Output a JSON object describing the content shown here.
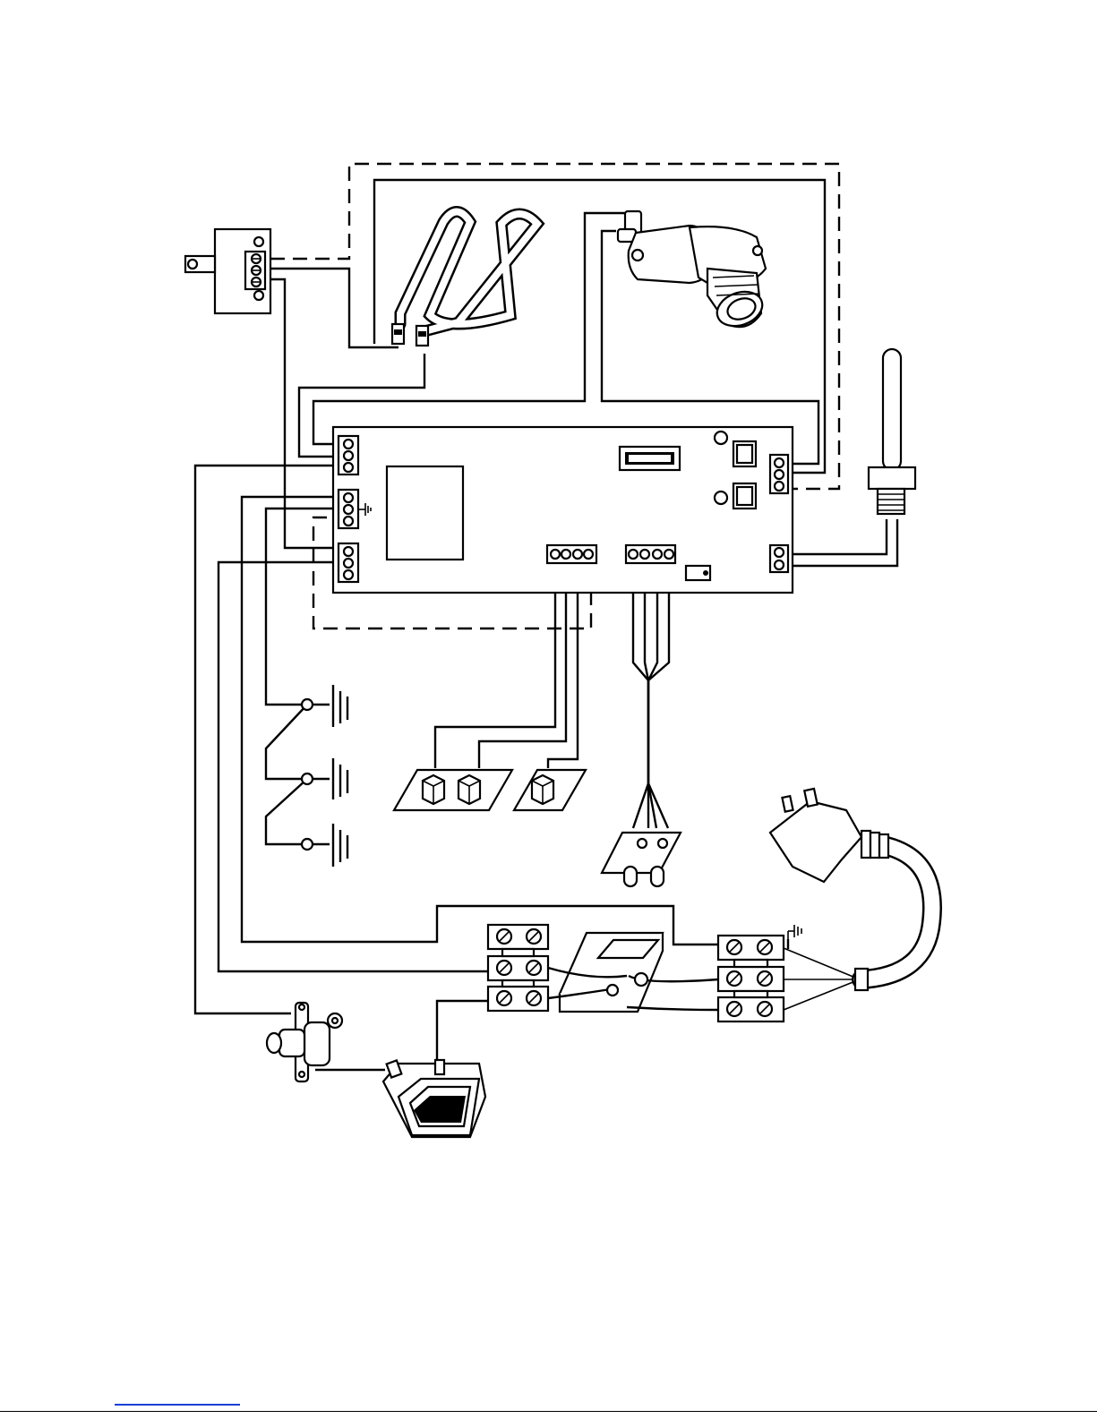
{
  "diagram": {
    "components": [
      "thermostat-box",
      "heating-element",
      "water-solenoid-valve",
      "control-board",
      "temperature-probe",
      "level-electrodes",
      "selector-buttons",
      "probe-connector",
      "mains-plug",
      "terminal-blocks",
      "transformer",
      "safety-thermostat",
      "rocker-switch"
    ]
  },
  "footer": {
    "link_label": ""
  }
}
